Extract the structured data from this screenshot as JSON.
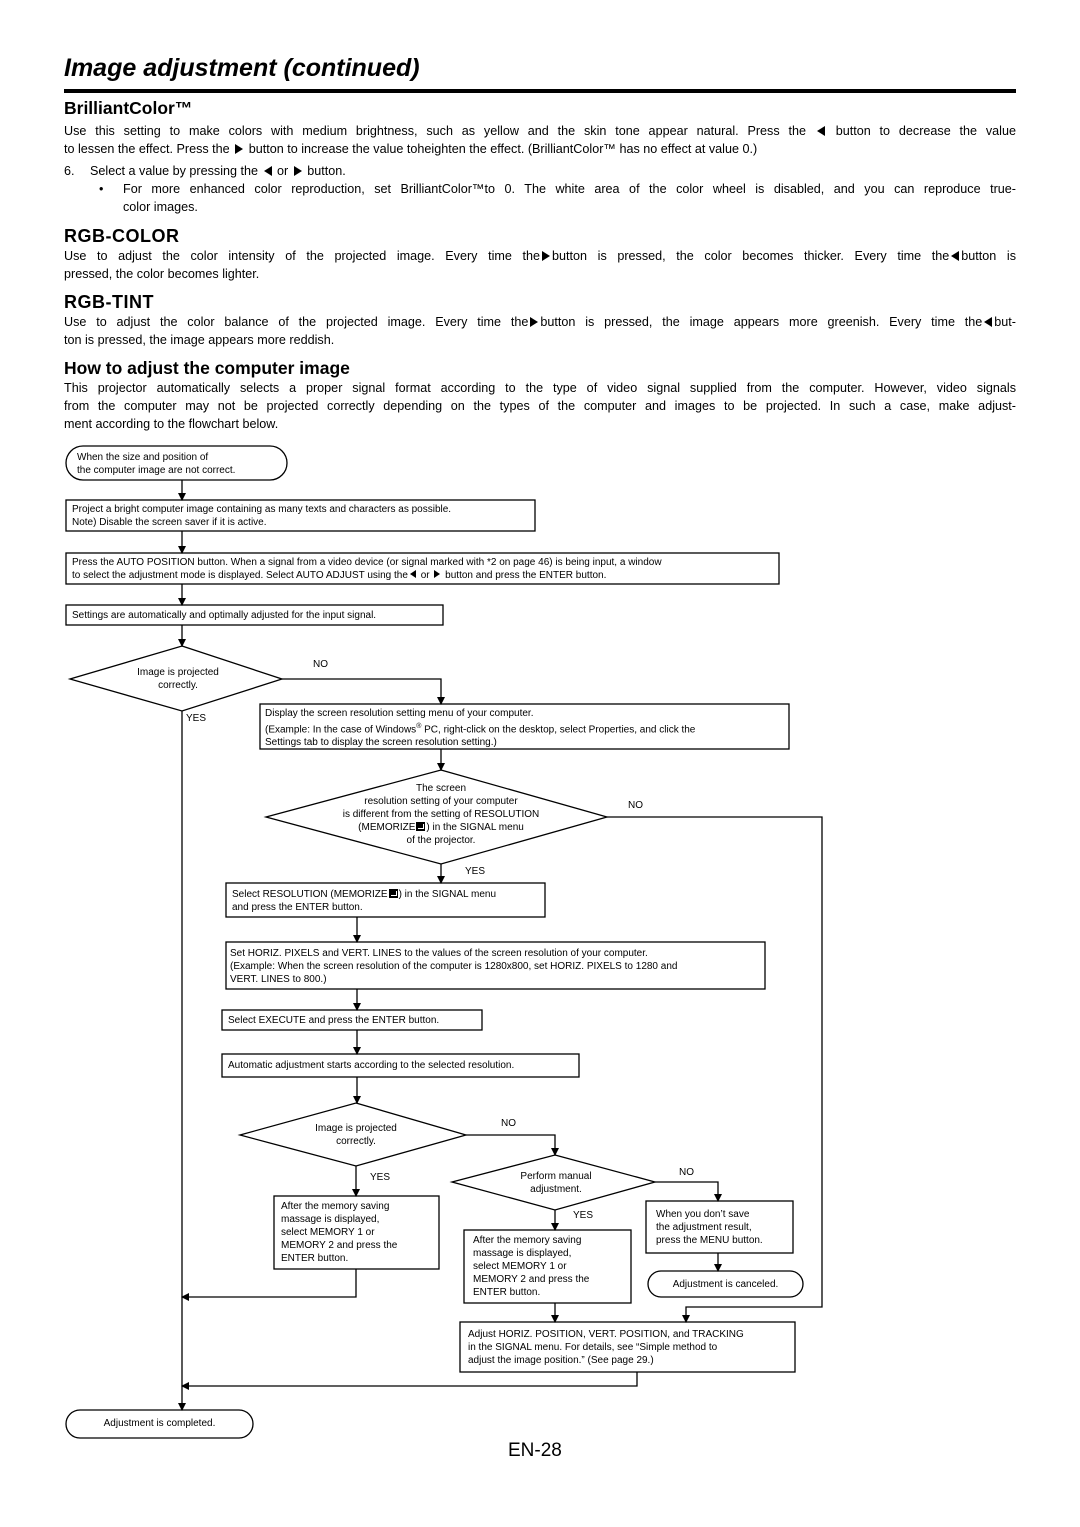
{
  "page": {
    "title": "Image adjustment (continued)",
    "page_number": "EN-28"
  },
  "brilliantcolor": {
    "heading": "BrilliantColor™",
    "line1_a": "Use this setting to make colors with medium brightness, such as yellow and the skin tone appear natural. Press the",
    "line1_b": "button to decrease the value",
    "line2_a": "to lessen the effect. Press the",
    "line2_b": "button to increase the value toheighten the effect. (BrilliantColor™ has no effect at value 0.)",
    "step_no": "6.",
    "step_a": "Select a value by pressing the",
    "step_or": "or",
    "step_b": "button.",
    "bullet": "•",
    "bullet_line1": "For more enhanced color reproduction, set BrilliantColor™to 0. The white area of the color wheel is disabled, and you can reproduce true-",
    "bullet_line2": "color images."
  },
  "rgb_color": {
    "heading": "RGB-COLOR",
    "line1_a": "Use to adjust the color intensity of the projected image. Every time the",
    "line1_b": "button is pressed, the color becomes thicker. Every time the",
    "line1_c": "button is",
    "line2": "pressed, the color becomes lighter."
  },
  "rgb_tint": {
    "heading": "RGB-TINT",
    "line1_a": "Use to adjust the color balance of the projected image. Every time the",
    "line1_b": "button is pressed, the image appears more greenish. Every time the",
    "line1_c": "but-",
    "line2": "ton is pressed, the image appears more reddish."
  },
  "computer_image": {
    "heading": "How to adjust the computer image",
    "line1": "This projector automatically selects a proper signal format according to the type of video signal supplied from the computer. However, video signals",
    "line2": "from the computer may not be projected correctly depending on the types of the computer and images to be projected. In such a case, make adjust-",
    "line3": "ment according to the flowchart below."
  },
  "flowchart": {
    "start_1": "When the size and position of",
    "start_2": "the computer image are not correct.",
    "box1_1": "Project a bright computer image containing as many texts and characters as possible.",
    "box1_2": "Note) Disable the screen saver if it is active.",
    "box2_1": "Press the AUTO POSITION button. When a signal from a video device (or signal marked with *2 on page 46) is being input, a window",
    "box2_2a": "to select the adjustment mode is displayed. Select AUTO ADJUST using the",
    "box2_2or": "or",
    "box2_2b": "button and press the ENTER button.",
    "box3": "Settings are automatically and optimally adjusted for the input signal.",
    "dec1_1": "Image is projected",
    "dec1_2": "correctly.",
    "dec1_no": "NO",
    "dec1_yes": "YES",
    "box4_1": "Display the screen resolution setting menu of your computer.",
    "box4_2a": "(Example: In the case of Windows",
    "box4_2reg": "®",
    "box4_2b": " PC, right-click on the desktop, select Properties, and click the",
    "box4_3": "Settings tab to display the screen resolution setting.)",
    "dec2_1": "The screen",
    "dec2_2": "resolution setting of your computer",
    "dec2_3": "is different from the setting of RESOLUTION",
    "dec2_4a": "(MEMORIZE",
    "dec2_4b": ") in the SIGNAL menu",
    "dec2_5": "of the projector.",
    "dec2_no": "NO",
    "dec2_yes": "YES",
    "box5_1a": "Select RESOLUTION (MEMORIZE",
    "box5_1b": ") in the SIGNAL menu",
    "box5_2": "and press the ENTER button.",
    "box6_1": "Set HORIZ. PIXELS and VERT. LINES to the values of the screen resolution of your computer.",
    "box6_2": "(Example: When the screen resolution of the computer is 1280x800, set HORIZ. PIXELS to 1280 and",
    "box6_3": "VERT. LINES to 800.)",
    "box7": "Select EXECUTE and press the ENTER button.",
    "box8": "Automatic adjustment starts according to the selected resolution.",
    "dec3_1": "Image is projected",
    "dec3_2": "correctly.",
    "dec3_no": "NO",
    "dec3_yes": "YES",
    "box9_1": "After the memory saving",
    "box9_2": "massage is displayed,",
    "box9_3": "select MEMORY 1 or",
    "box9_4": "MEMORY 2 and press the",
    "box9_5": "ENTER button.",
    "dec4_1": "Perform manual",
    "dec4_2": "adjustment.",
    "dec4_no": "NO",
    "dec4_yes": "YES",
    "box10_1": "After the memory saving",
    "box10_2": "massage is displayed,",
    "box10_3": "select MEMORY 1 or",
    "box10_4": "MEMORY 2 and press the",
    "box10_5": "ENTER button.",
    "box11_1": "When you don’t save",
    "box11_2": "the adjustment result,",
    "box11_3": "press the MENU button.",
    "canceled": "Adjustment is canceled.",
    "box12_1": "Adjust HORIZ. POSITION, VERT. POSITION, and TRACKING",
    "box12_2": "in the SIGNAL menu. For details, see “Simple method to",
    "box12_3": "adjust the image position.” (See page 29.)",
    "end": "Adjustment is completed."
  }
}
